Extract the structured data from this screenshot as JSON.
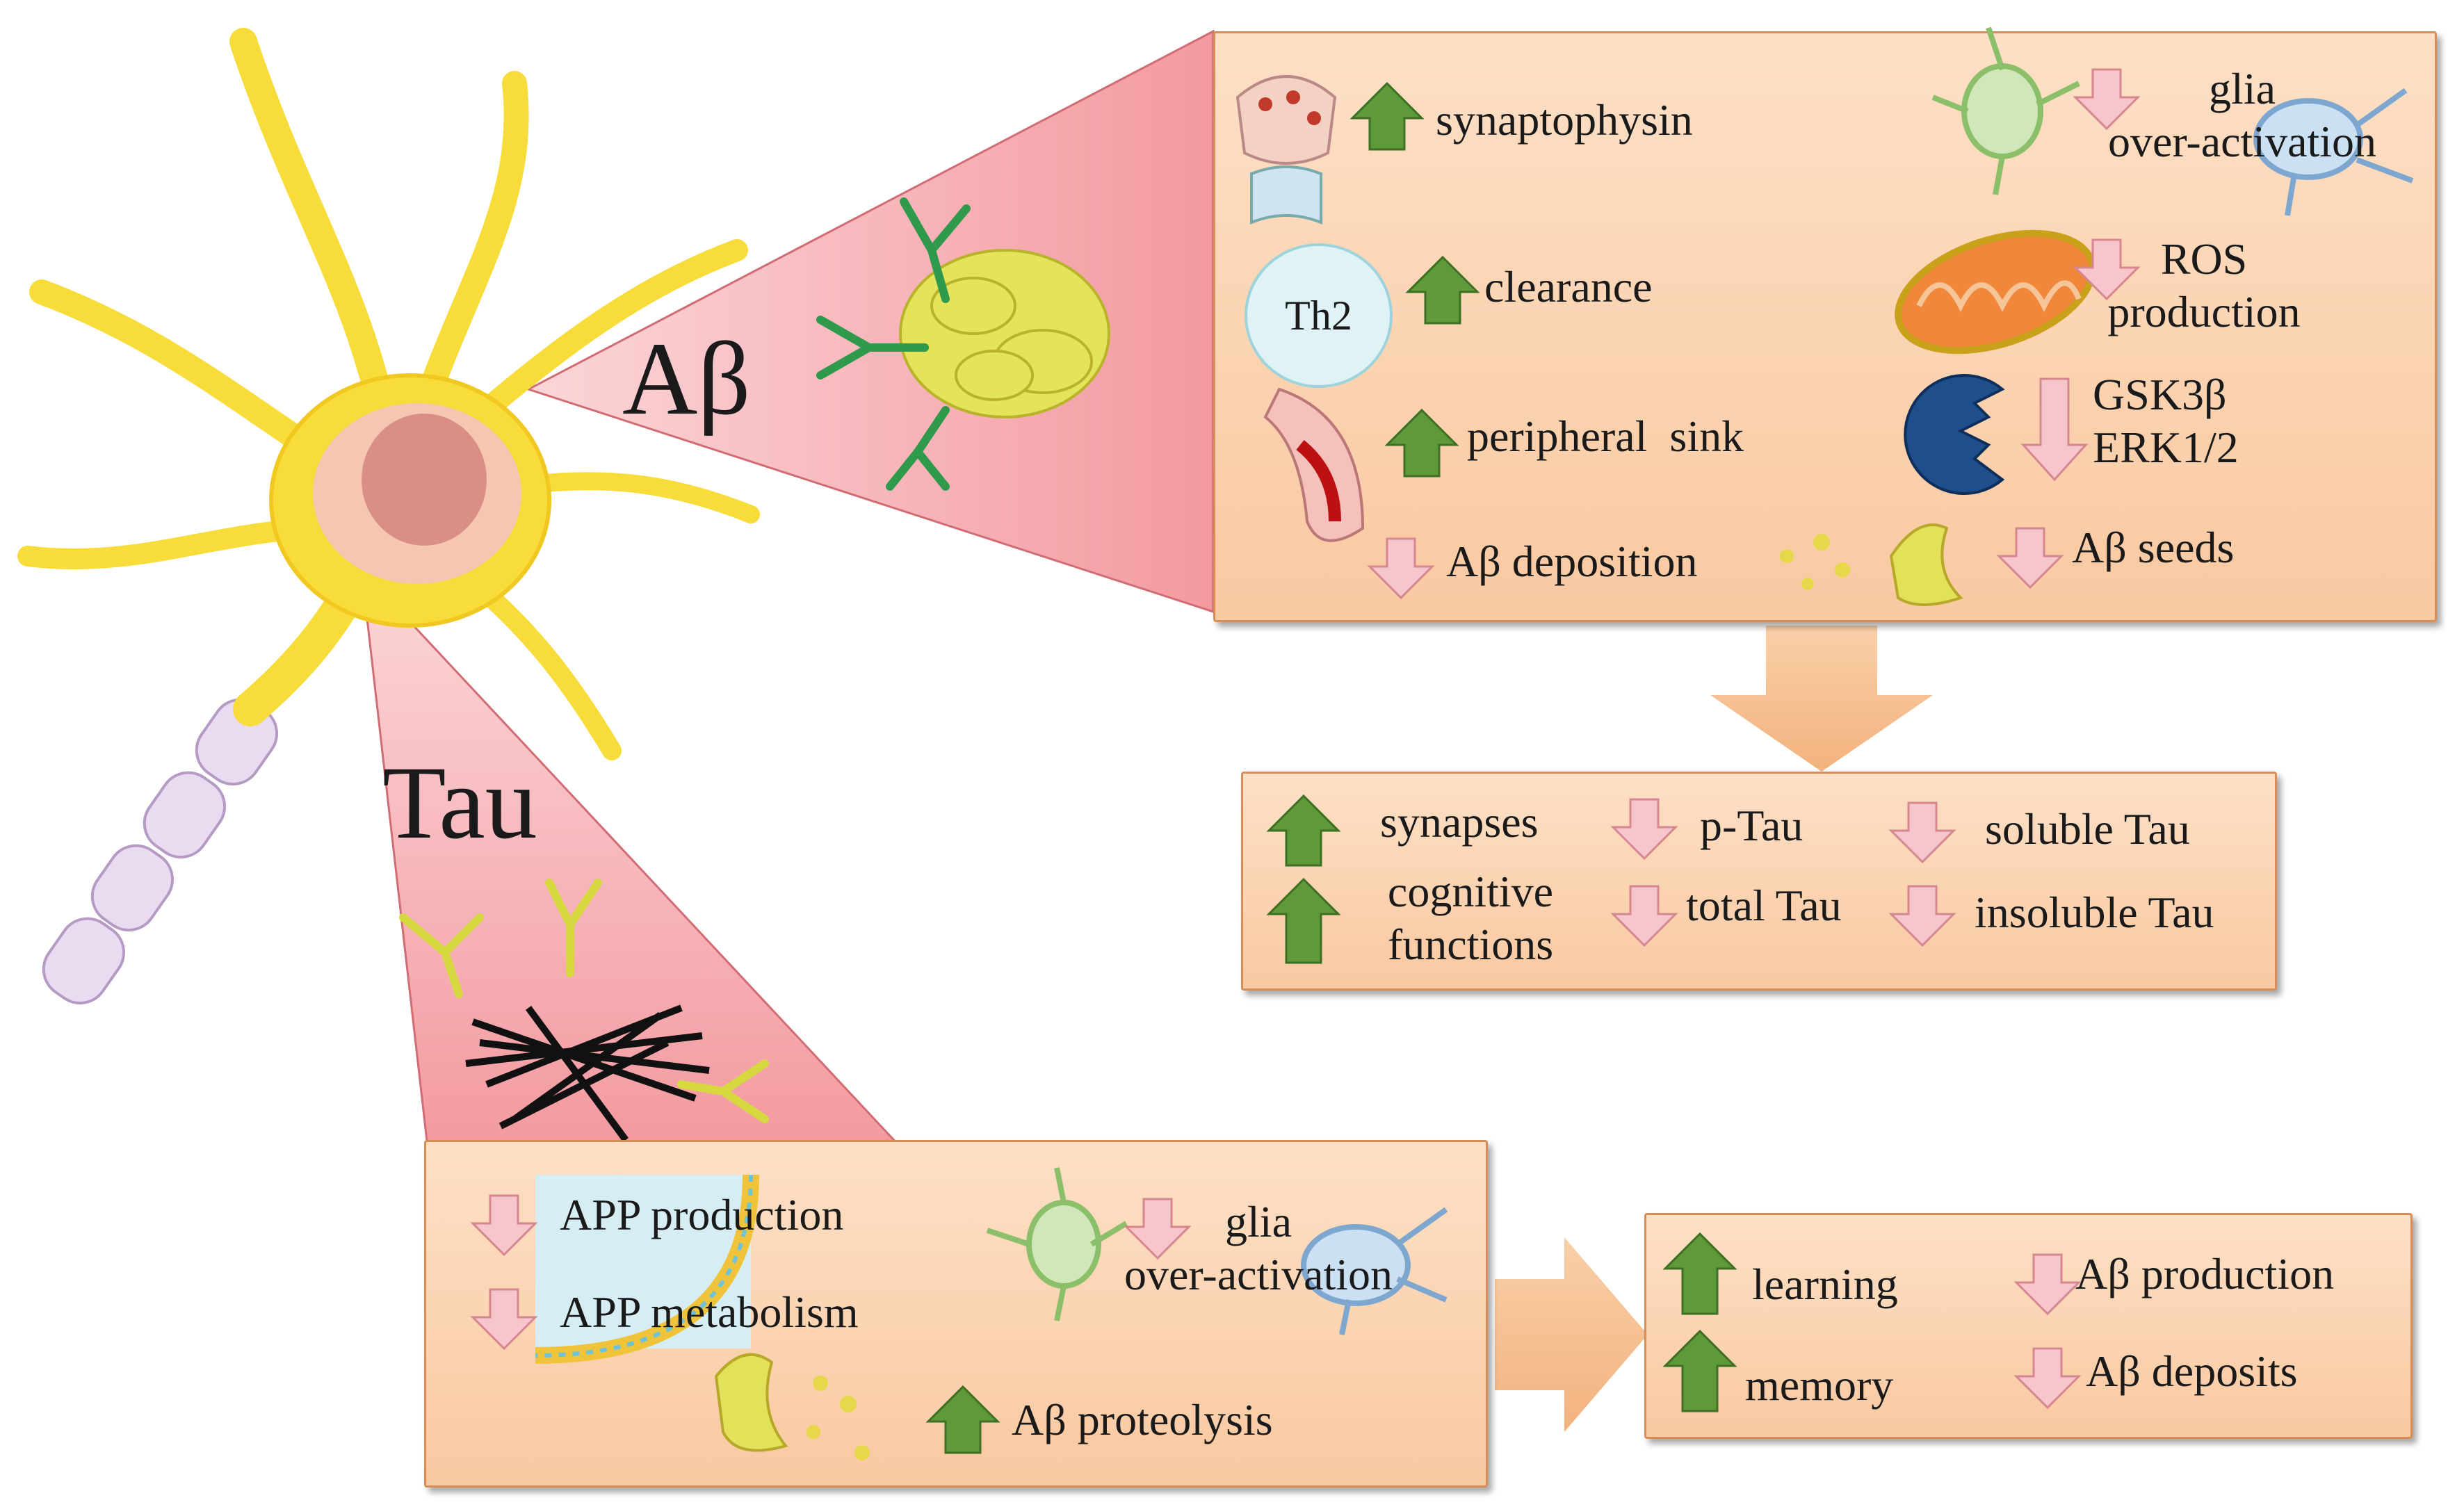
{
  "labels": {
    "abeta": "Aβ",
    "tau": "Tau",
    "th2": "Th2"
  },
  "abeta_panel": {
    "synaptophysin": "synaptophysin",
    "clearance": "clearance",
    "peripheral_sink": "peripheral  sink",
    "abeta_deposition": "Aβ deposition",
    "glia_1": "glia",
    "glia_2": "over-activation",
    "ros_1": "ROS",
    "ros_2": "production",
    "gsk3b": "GSK3β",
    "erk": "ERK1/2",
    "abeta_seeds": "Aβ seeds"
  },
  "outcome_panel": {
    "synapses": "synapses",
    "cognitive_1": "cognitive",
    "cognitive_2": "functions",
    "p_tau": "p-Tau",
    "total_tau": "total Tau",
    "soluble_tau": "soluble Tau",
    "insoluble_tau": "insoluble Tau"
  },
  "tau_panel": {
    "app_production": "APP production",
    "app_metabolism": "APP metabolism",
    "glia_1": "glia",
    "glia_2": "over-activation",
    "abeta_proteolysis": "Aβ proteolysis"
  },
  "tau_outcome_panel": {
    "learning": "learning",
    "memory": "memory",
    "abeta_production": "Aβ production",
    "abeta_deposits": "Aβ deposits"
  },
  "colors": {
    "up_arrow": "#5e9a3a",
    "down_arrow": "#f6c6cc",
    "panel": "#f9c9a1",
    "panel_border": "#d98c55",
    "cone": "#f5a3a8",
    "neuron": "#f7dc3a"
  }
}
